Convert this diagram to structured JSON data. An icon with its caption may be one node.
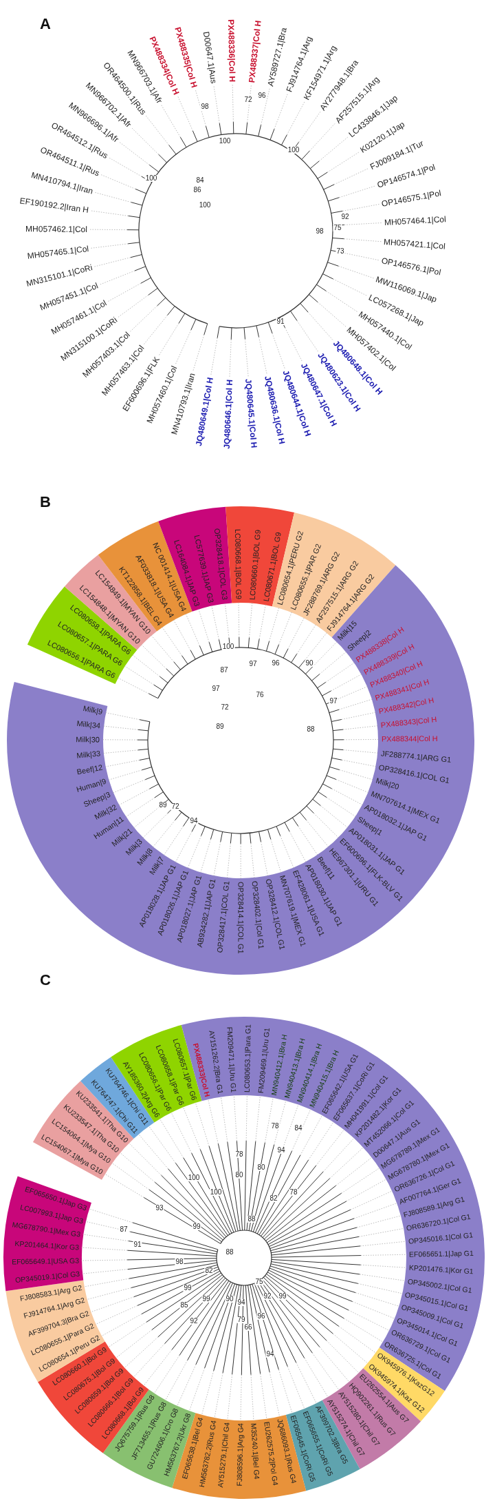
{
  "diagram": {
    "labels": [
      "A",
      "MN410793.1|Iran",
      "MH057460.1|Col",
      "EF600696.1|FLK",
      "MH057463.1|Col",
      "MH057403.1|Col",
      "MN315100.1|CoRi",
      "MH057461.1|Col",
      "MH057451.1|Col",
      "MN315101.1|CoRi",
      "MH057465.1|Col",
      "MH057462.1|Col",
      "EF190192.2|Iran H",
      "MN410794.1|Iran",
      "OR464511.1|Rus",
      "OR464512.1|Rus",
      "MN966696.1|Afr",
      "MN966702.1|Afr",
      "OR464500.1|Rus",
      "MN966703.1|Afr",
      "PX488334|Col H",
      "PX488335|Col H",
      "D00647.1|Aus",
      "PX488336|Col H",
      "PX488337|Col H",
      "AY589727.1|Bra",
      "FJ914764.1|Arg",
      "KF154971.1|Arg",
      "AY277948.1|Bra",
      "AF257515.1|Arg",
      "LC433846.1|Jap",
      "K02120.1|Jap",
      "FJ009184.1|Tur",
      "OP146574.1|Pol",
      "OP146575.1|Pol",
      "MH057464.1|Col",
      "MH057421.1|Col",
      "OP146576.1|Pol",
      "MW116069.1|Jap",
      "LC057268.1|Jap",
      "MH057440.1|Col",
      "MH057402.1|Col",
      "JQ480649.1|Col H",
      "JQ480646.1|Col H",
      "JQ480645.1|Col H",
      "JQ480636.1|Col H",
      "JQ480644.1|Col H",
      "JQ480647.1|Col H",
      "JQ480623.1|Col H",
      "JQ480648.1|Col H",
      "98",
      "72",
      "96",
      "100",
      "100",
      "100",
      "84",
      "86",
      "100",
      "98",
      "75",
      "92",
      "73",
      "91",
      "B",
      "LC080656.1|PARA G6",
      "LC080657.1|PARA G6",
      "LC080658.1|PARA G6",
      "LC154848.1|MYAN G10",
      "LC154849.1|MYAN G10",
      "KT122858.1|BEL G4",
      "AF033818.1|USA G4",
      "NC 001414.1|USA G4",
      "LC164084.1|JAP G3",
      "LC577639.1|JAP G3",
      "OP328418.1|COL G3",
      "LC080668.1|BOL G9",
      "LC080660.1|BOL G9",
      "LC080671.1|BOL G9",
      "LC080654.1|PERU G2",
      "LC080655.1|PAR G2",
      "JF288769.1|ARG G2",
      "AF257515.1|ARG G2",
      "FJ914764.1|ARG G2",
      "Milk|15",
      "Sheep|2",
      "PX488338|Col H",
      "PX488339|Col H",
      "PX488340|Col H",
      "PX488341|Col H",
      "PX488342|Col H",
      "PX488343|Col H",
      "PX488344|Col H",
      "JF288774.1|ARG G1",
      "OP328416.1|COL G1",
      "Milk|20",
      "MN707614.1|MEX G1",
      "AP018032.1|JAP G1",
      "Sheep|1",
      "AP018031.1|JAP G1",
      "EF600696.1|FLK-BLV G1",
      "HE967301.1|URU G1",
      "Beef|11",
      "AP018028.1|JAP G1",
      "AP018026.1|JAP G1",
      "AP018027.1|JAP G1",
      "AB934282.1|JAP G1",
      "OP328417.1|COL G1",
      "OP328414.1|COL G1",
      "OP328402.1|Col G1",
      "OP328412.1|COL G1",
      "MN707619.1|MEX G1",
      "EF428061.1|USA G1",
      "AP018030.1|JAP G1",
      "Milk|7",
      "Milk|8",
      "Milk|3",
      "Milk|21",
      "Human|11",
      "Milk|32",
      "Sheep|3",
      "Human|9",
      "Beef|12",
      "Milk|33",
      "Milk|30",
      "Milk|34",
      "Milk|9",
      "100",
      "97",
      "96",
      "90",
      "87",
      "97",
      "76",
      "72",
      "97",
      "88",
      "89",
      "89",
      "72",
      "94",
      "C",
      "LC154067.1|Mya G10",
      "LC154064.1|Mya G10",
      "KU233547.1|Tha G10",
      "KU233541.1|Tha G10",
      "KU764747.1|Chi G11",
      "KU764746.1|Chi G11",
      "AY185360.2|Arg G6",
      "LC080656.1|Par G6",
      "LC080658.1|Par G6",
      "LC080657.1|Par G6",
      "PX488333|Col H",
      "AY151262.2|Bra G1",
      "FM209471.1|Uru G1",
      "LC080653.1|Para G1",
      "FM209469.1|Uru G1",
      "MN940412.1|Bra H",
      "MN940413.1|Bra H",
      "MN940414.1|Bra H",
      "MN940415.1|Bra H",
      "EF065642.1|USA G1",
      "EF065637.1|CoRi G1",
      "MH041991.1|Col G1",
      "KP201482.1|Kor G1",
      "MT452066.1|Col G1",
      "D00647.1|Aus G1",
      "MG678789.1|Mex G1",
      "MG678780.1|Mex G1",
      "OR636726.1|Col G1",
      "AF007764.1|Ger G1",
      "FJ808589.1|Arg G1",
      "OR636720.1|Col G1",
      "OP345016.1|Col G1",
      "EF065651.1|Jap G1",
      "KP201476.1|Kor G1",
      "OP345002.1|Col G1",
      "OP345015.1|Col G1",
      "OP345009.1|Col G1",
      "OP345014.1|Col G1",
      "OR636729.1|Col G1",
      "OR636725.1|Col G1",
      "OK945976.1|KazG12",
      "OK945974.1|Kaz G12",
      "EU262554.1|Aus G7",
      "HQ902261.1|Rus G7",
      "AY515280.1|Chil G7",
      "AY515274.1|Chil G7",
      "FJ808583.1|Arg G2",
      "FJ914764.1|Arg G2",
      "AF399704.3|Bra G2",
      "LC080655.1|Para G2",
      "LC080654.1|Peru G2",
      "LC080660.1|Bol G9",
      "LC080675.1|Bol G9",
      "LC080659.1|Bol G9",
      "LC080666.1|Bol G9",
      "LC080668.1|Bol G9",
      "JQ675759.1|Rus G8",
      "JF713455.1|Rus G8",
      "GU724606.1|Cro G8",
      "HM563767.2|Ukr G8",
      "EF065638.1|Bel G4",
      "HM563782.2|Rus G4",
      "AY515279.1|Chil G4",
      "FJ808596.1|Arg G4",
      "M35240.1|Bel G4",
      "EU262575.2|Pol G4",
      "JQ686093.1|Rus G4",
      "EF065645.1|CoRi G5",
      "EF065655.1|CoRi G5",
      "AF399702.3|Bra G5",
      "OP345019.1|Col G3",
      "EF065649.1|USA G3",
      "KP201464.1|Kor G3",
      "MG678790.1|Mex G3",
      "LC007993.1|Jap G3",
      "EF065650.1|Jap G3",
      "78",
      "84",
      "94",
      "78",
      "80",
      "80",
      "100",
      "100",
      "78",
      "82",
      "93",
      "88",
      "87",
      "99",
      "91",
      "88",
      "98",
      "82",
      "75",
      "99",
      "99",
      "90",
      "92",
      "99",
      "94",
      "85",
      "96",
      "79",
      "66",
      "92",
      "94"
    ]
  }
}
